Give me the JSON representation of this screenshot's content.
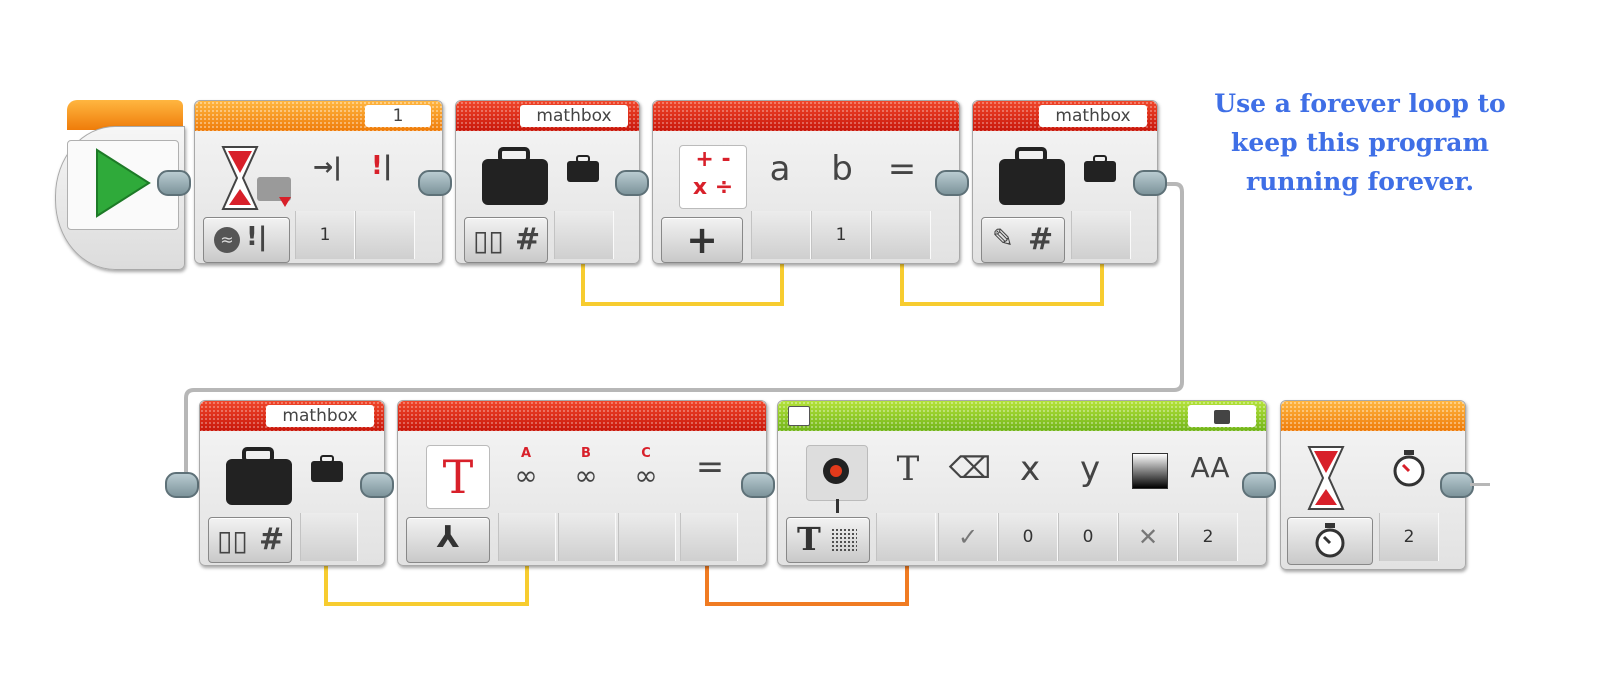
{
  "annotation": {
    "lines": [
      "Use a forever loop to",
      "keep this program",
      "running forever."
    ],
    "color": "#3f6fe6"
  },
  "colors": {
    "wire_yellow": "#f7cc2f",
    "wire_orange": "#f07b22",
    "sequence_wire": "#b0b0b0"
  },
  "row1": {
    "wait_block": {
      "header_value": "1",
      "inputs": [
        "1"
      ],
      "icons": [
        "hourglass-icon",
        "port-icon",
        "increase-icon",
        "alert-icon"
      ]
    },
    "variable_read_1": {
      "name": "mathbox",
      "mode_icon": "read-numeric-icon",
      "mode_glyph": "#"
    },
    "math_block": {
      "operators": "+ -\nx ÷",
      "labels": [
        "a",
        "b",
        "="
      ],
      "mode_symbol": "+",
      "inputs": [
        "1"
      ]
    },
    "variable_write": {
      "name": "mathbox",
      "mode_icon": "write-numeric-icon",
      "mode_glyph": "#"
    }
  },
  "row2": {
    "variable_read_2": {
      "name": "mathbox",
      "mode_glyph": "#"
    },
    "text_block": {
      "icon_letter": "T",
      "inputs": [
        "A",
        "B",
        "C"
      ],
      "result_label": "="
    },
    "display_block": {
      "labels": [
        "T",
        "x",
        "y",
        "AA"
      ],
      "mode_letter": "T",
      "inputs": [
        "✓",
        "0",
        "0",
        "✕",
        "2"
      ]
    },
    "wait_timer": {
      "inputs": [
        "2"
      ]
    }
  }
}
